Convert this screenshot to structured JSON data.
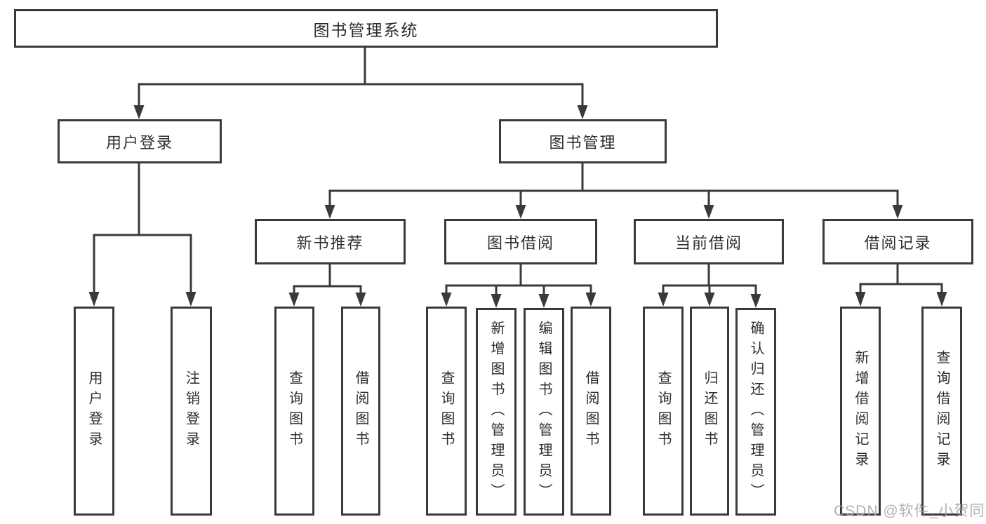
{
  "diagram": {
    "nodes": {
      "root": "图书管理系统",
      "user_login": "用户登录",
      "book_mgmt": "图书管理",
      "new_books": "新书推荐",
      "book_borrow": "图书借阅",
      "current_borrow": "当前借阅",
      "borrow_records": "借阅记录",
      "ul_user_login": "用户登录",
      "ul_logout": "注销登录",
      "nb_query_books": "查询图书",
      "nb_borrow_books": "借阅图书",
      "bb_query_books": "查询图书",
      "bb_add_books": "新增图书（管理员）",
      "bb_edit_books": "编辑图书（管理员）",
      "bb_borrow_books": "借阅图书",
      "cb_query_books": "查询图书",
      "cb_return_books": "归还图书",
      "cb_confirm_return": "确认归还（管理员）",
      "br_add_record": "新增借阅记录",
      "br_query_record": "查询借阅记录"
    },
    "watermark": "CSDN @软件_小贺同学",
    "colors": {
      "line": "#3a3a3a",
      "box_border": "#3a3a3a",
      "text": "#2d2d2d",
      "background": "#ffffff",
      "watermark": "#a5a5a5"
    }
  }
}
